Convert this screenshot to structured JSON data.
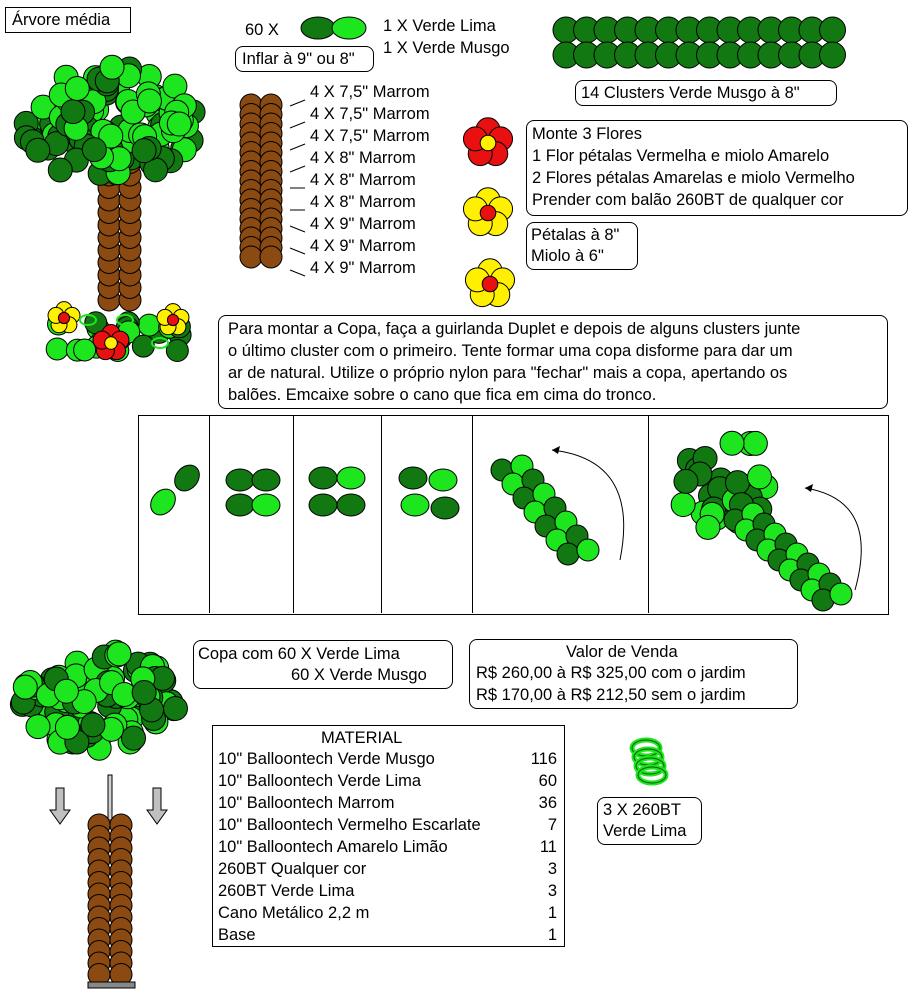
{
  "title": "Árvore média",
  "inflate": {
    "count": "60 X",
    "note": "Inflar à 9\" ou 8\"",
    "colors": [
      "1 X Verde Lima",
      "1 X Verde Musgo"
    ]
  },
  "clusters_label": "14 Clusters Verde Musgo à 8\"",
  "trunk_list": [
    "4 X 7,5\" Marrom",
    "4 X 7,5\" Marrom",
    "4 X 7,5\" Marrom",
    "4 X 8\" Marrom",
    "4 X 8\" Marrom",
    "4 X 8\" Marrom",
    "4 X 9\" Marrom",
    "4 X 9\" Marrom",
    "4 X 9\" Marrom"
  ],
  "flowers": {
    "lines": [
      "Monte 3 Flores",
      "1 Flor pétalas Vermelha e miolo Amarelo",
      "2 Flores pétalas Amarelas e miolo Vermelho",
      "Prender com balão 260BT de qualquer cor"
    ],
    "sizes": [
      "Pétalas à 8\"",
      "Miolo à 6\""
    ]
  },
  "instructions": [
    "Para montar a Copa, faça a guirlanda Duplet e depois de alguns clusters junte",
    "o último cluster com o primeiro. Tente formar uma copa disforme para dar um",
    "ar de natural. Utilize o próprio nylon para \"fechar\" mais a copa, apertando os",
    "balões. Emcaixe sobre o cano que fica em cima do tronco."
  ],
  "copa": {
    "line1": "Copa com 60 X Verde Lima",
    "line2": "60 X Verde Musgo"
  },
  "venda": {
    "title": "Valor de Venda",
    "with_garden": "R$ 260,00 à R$ 325,00 com o jardim",
    "without_garden": "R$ 170,00 à R$ 212,50 sem o jardim"
  },
  "material": {
    "title": "MATERIAL",
    "items": [
      {
        "name": "10\" Balloontech Verde Musgo",
        "qty": "116"
      },
      {
        "name": "10\" Balloontech Verde Lima",
        "qty": "60"
      },
      {
        "name": "10\" Balloontech Marrom",
        "qty": "36"
      },
      {
        "name": "10\" Balloontech Vermelho Escarlate",
        "qty": "7"
      },
      {
        "name": "10\" Balloontech Amarelo Limão",
        "qty": "11"
      },
      {
        "name": "260BT Qualquer cor",
        "qty": "3"
      },
      {
        "name": "260BT Verde Lima",
        "qty": "3"
      },
      {
        "name": "Cano Metálico 2,2 m",
        "qty": "1"
      },
      {
        "name": "Base",
        "qty": "1"
      }
    ]
  },
  "spiral": {
    "line1": "3 X 260BT",
    "line2": "Verde Lima"
  },
  "colors": {
    "verde_lima": "#1ee61e",
    "verde_musgo": "#127812",
    "marrom": "#8a4a12",
    "vermelho": "#e81010",
    "amarelo": "#fff000"
  }
}
